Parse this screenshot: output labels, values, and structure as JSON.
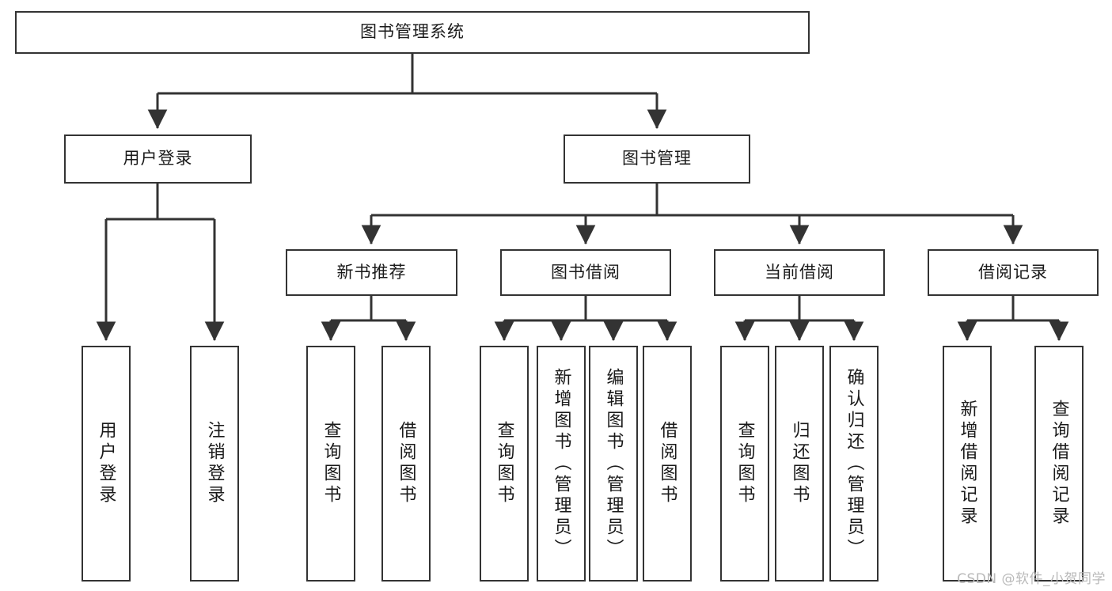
{
  "diagram": {
    "title": "图书管理系统",
    "type": "tree-hierarchy-chart",
    "root": {
      "label": "图书管理系统"
    },
    "level1": [
      {
        "label": "用户登录"
      },
      {
        "label": "图书管理"
      }
    ],
    "level2": [
      {
        "label": "新书推荐"
      },
      {
        "label": "图书借阅"
      },
      {
        "label": "当前借阅"
      },
      {
        "label": "借阅记录"
      }
    ],
    "leaves": {
      "user_login": [
        {
          "label": "用户登录"
        },
        {
          "label": "注销登录"
        }
      ],
      "new_book_recommend": [
        {
          "label": "查询图书"
        },
        {
          "label": "借阅图书"
        }
      ],
      "book_borrow": [
        {
          "label": "查询图书"
        },
        {
          "label": "新增图书（管理员）"
        },
        {
          "label": "编辑图书（管理员）"
        },
        {
          "label": "借阅图书"
        }
      ],
      "current_borrow": [
        {
          "label": "查询图书"
        },
        {
          "label": "归还图书"
        },
        {
          "label": "确认归还（管理员）"
        }
      ],
      "borrow_record": [
        {
          "label": "新增借阅记录"
        },
        {
          "label": "查询借阅记录"
        }
      ]
    },
    "colors": {
      "stroke": "#333333",
      "fill": "#ffffff",
      "text": "#1a1a1a",
      "watermark": "#b9b9b9"
    }
  },
  "watermark": {
    "text": "CSDN @软件_小贺同学"
  }
}
